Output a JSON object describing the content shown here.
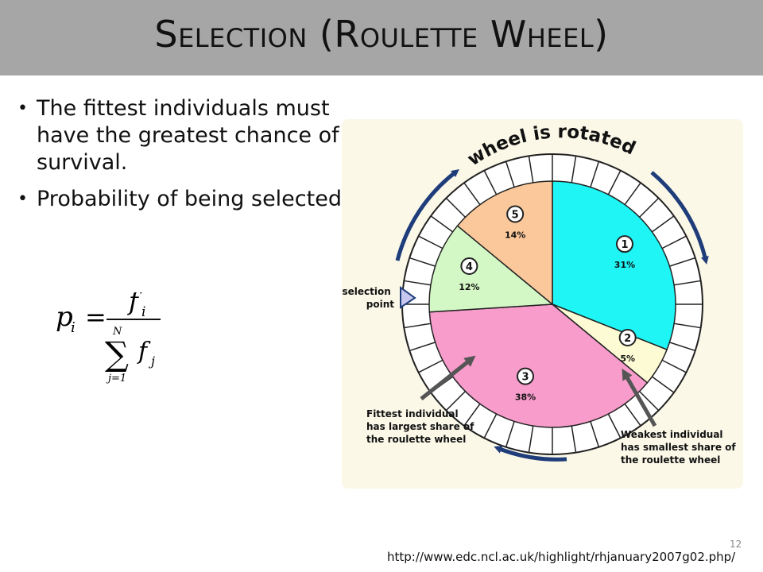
{
  "slide": {
    "title": "Selection (Roulette Wheel)",
    "bullets": [
      "The fittest individuals must have the greatest chance of survival.",
      "Probability of being selected"
    ],
    "formula": {
      "lhs": "p",
      "lhs_sub": "i",
      "equals": "=",
      "numerator": "f",
      "numerator_sub": "i",
      "sum_top": "N",
      "sum_symbol": "∑",
      "sum_bottom": "j=1",
      "denominator": "f",
      "denominator_sub": "j"
    },
    "page_number": "12",
    "source_url": "http://www.edc.ncl.ac.uk/highlight/rhjanuary2007g02.php/"
  },
  "wheel": {
    "heading": "wheel is rotated",
    "selection_point_label": [
      "selection",
      "point"
    ],
    "fittest_caption": [
      "Fittest individual",
      "has largest share of",
      "the roulette wheel"
    ],
    "weakest_caption": [
      "Weakest individual",
      "has smallest share of",
      "the roulette wheel"
    ],
    "segments": [
      {
        "id": "1",
        "percent": "31%",
        "value": 31,
        "color": "#1ff5f5"
      },
      {
        "id": "2",
        "percent": "5%",
        "value": 5,
        "color": "#fdfbd4"
      },
      {
        "id": "3",
        "percent": "38%",
        "value": 38,
        "color": "#f79ccb"
      },
      {
        "id": "4",
        "percent": "12%",
        "value": 12,
        "color": "#d4f7c6"
      },
      {
        "id": "5",
        "percent": "14%",
        "value": 14,
        "color": "#fbc89b"
      }
    ],
    "colors": {
      "background": "#fbf8e8",
      "rim": "#ffffff",
      "outline": "#222222",
      "arrow": "#1f3d7a",
      "pointer": "#c8c8f0",
      "caption_arrow": "#555555"
    }
  }
}
